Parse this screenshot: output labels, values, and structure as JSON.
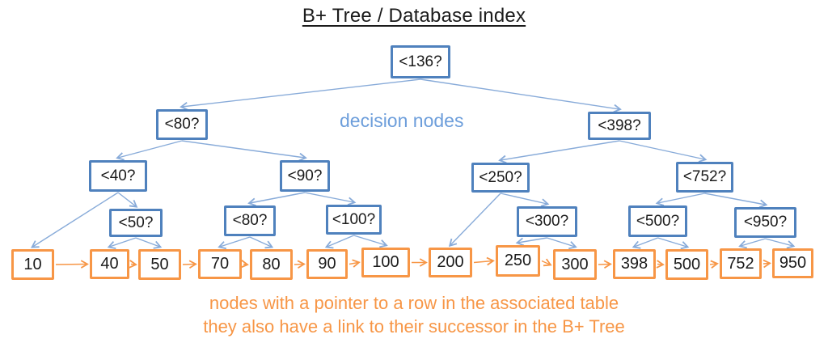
{
  "title": "B+ Tree / Database index",
  "annotations": {
    "decision_nodes_label": "decision nodes",
    "caption_line1": "nodes with a pointer to a row in the associated table",
    "caption_line2": "they also have a link to their successor in the B+ Tree"
  },
  "colors": {
    "decision_border": "#4f81bd",
    "decision_edge": "#88abd9",
    "leaf_border": "#f79646",
    "leaf_edge": "#f79646",
    "decision_label_text": "#6d9edb",
    "caption_text": "#f79646"
  },
  "tree": {
    "decision_nodes": [
      {
        "id": "n136",
        "label": "<136?"
      },
      {
        "id": "n80a",
        "label": "<80?"
      },
      {
        "id": "n398",
        "label": "<398?"
      },
      {
        "id": "n40",
        "label": "<40?"
      },
      {
        "id": "n90",
        "label": "<90?"
      },
      {
        "id": "n250",
        "label": "<250?"
      },
      {
        "id": "n752",
        "label": "<752?"
      },
      {
        "id": "n50",
        "label": "<50?"
      },
      {
        "id": "n80b",
        "label": "<80?"
      },
      {
        "id": "n100",
        "label": "<100?"
      },
      {
        "id": "n300",
        "label": "<300?"
      },
      {
        "id": "n500",
        "label": "<500?"
      },
      {
        "id": "n950",
        "label": "<950?"
      }
    ],
    "leaf_nodes": [
      {
        "id": "l10",
        "label": "10"
      },
      {
        "id": "l40",
        "label": "40"
      },
      {
        "id": "l50",
        "label": "50"
      },
      {
        "id": "l70",
        "label": "70"
      },
      {
        "id": "l80",
        "label": "80"
      },
      {
        "id": "l90",
        "label": "90"
      },
      {
        "id": "l100",
        "label": "100"
      },
      {
        "id": "l200",
        "label": "200"
      },
      {
        "id": "l250",
        "label": "250"
      },
      {
        "id": "l300",
        "label": "300"
      },
      {
        "id": "l398",
        "label": "398"
      },
      {
        "id": "l500",
        "label": "500"
      },
      {
        "id": "l752",
        "label": "752"
      },
      {
        "id": "l950",
        "label": "950"
      }
    ],
    "edges": [
      [
        "n136",
        "n80a"
      ],
      [
        "n136",
        "n398"
      ],
      [
        "n80a",
        "n40"
      ],
      [
        "n80a",
        "n90"
      ],
      [
        "n398",
        "n250"
      ],
      [
        "n398",
        "n752"
      ],
      [
        "n40",
        "l10"
      ],
      [
        "n40",
        "n50"
      ],
      [
        "n90",
        "n80b"
      ],
      [
        "n90",
        "n100"
      ],
      [
        "n250",
        "l200"
      ],
      [
        "n250",
        "n300"
      ],
      [
        "n752",
        "n500"
      ],
      [
        "n752",
        "n950"
      ],
      [
        "n50",
        "l40"
      ],
      [
        "n50",
        "l50"
      ],
      [
        "n80b",
        "l70"
      ],
      [
        "n80b",
        "l80"
      ],
      [
        "n100",
        "l90"
      ],
      [
        "n100",
        "l100"
      ],
      [
        "n300",
        "l250"
      ],
      [
        "n300",
        "l300"
      ],
      [
        "n500",
        "l398"
      ],
      [
        "n500",
        "l500"
      ],
      [
        "n950",
        "l752"
      ],
      [
        "n950",
        "l950"
      ]
    ],
    "successor_chain": [
      "l10",
      "l40",
      "l50",
      "l70",
      "l80",
      "l90",
      "l100",
      "l200",
      "l250",
      "l300",
      "l398",
      "l500",
      "l752",
      "l950"
    ]
  }
}
